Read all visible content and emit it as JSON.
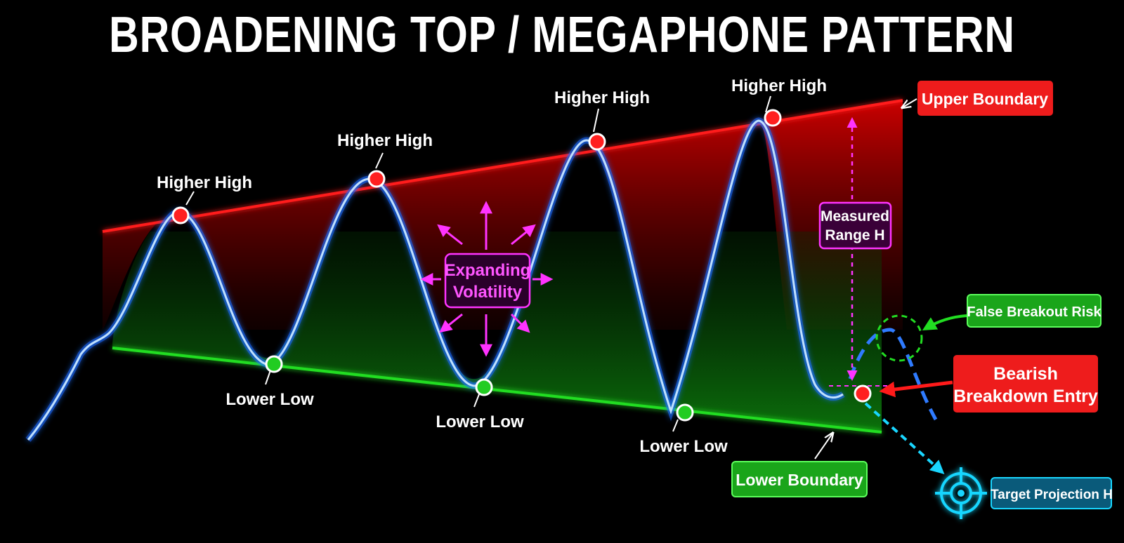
{
  "title": "BROADENING TOP / MEGAPHONE PATTERN",
  "labels": {
    "higher_high": "Higher High",
    "lower_low": "Lower Low",
    "upper_boundary": "Upper Boundary",
    "lower_boundary": "Lower Boundary",
    "expanding_line1": "Expanding",
    "expanding_line2": "Volatility",
    "measured_line1": "Measured",
    "measured_line2": "Range H",
    "false_breakout": "False Breakout Risk",
    "bearish_line1": "Bearish",
    "bearish_line2": "Breakdown Entry",
    "target": "Target Projection H"
  },
  "colors": {
    "upper": "#ff1a1a",
    "lower": "#22dd22",
    "price": "#1e6bff",
    "magenta": "#ff33ff",
    "cyan": "#19d6ff",
    "background": "#000000"
  },
  "icons": [
    "crosshair-target-icon",
    "arrow-icon"
  ]
}
